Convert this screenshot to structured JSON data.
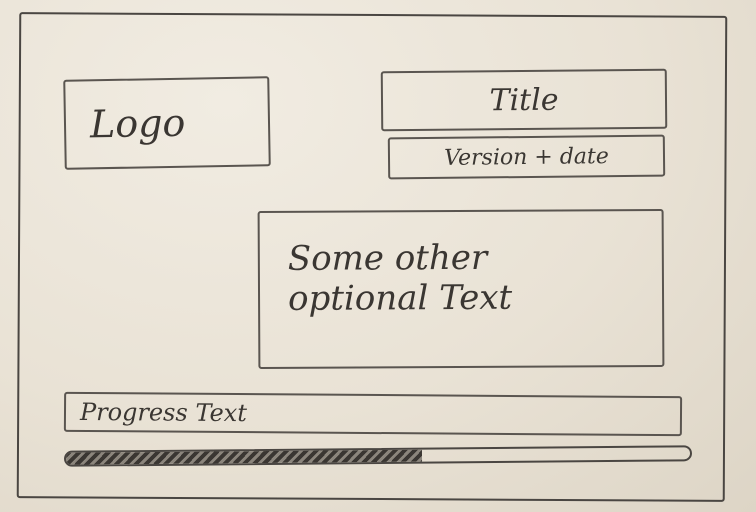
{
  "splash": {
    "logo_text": "Logo",
    "title": "Title",
    "version_date": "Version + date",
    "optional_text": "Some other\noptional Text",
    "progress_text": "Progress Text",
    "progress_fraction": 0.57
  }
}
